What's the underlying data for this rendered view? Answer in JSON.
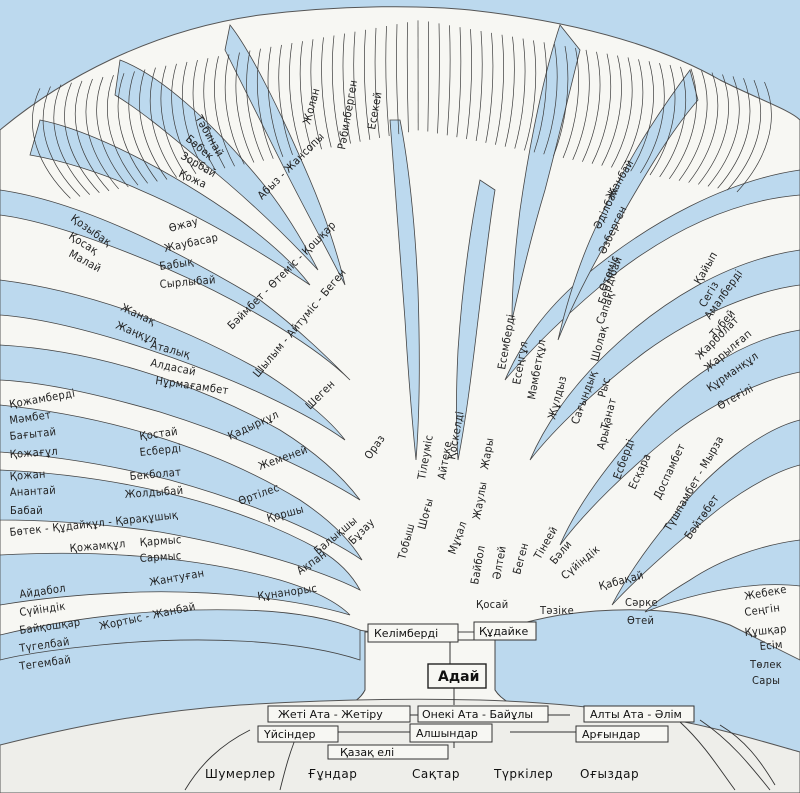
{
  "root": {
    "title": "Адай"
  },
  "roots_boxes": {
    "left_top": "Келімберді",
    "right_top": "Құдайке",
    "line1_left": "Жеті Ата - Жетіру",
    "line1_mid": "Онекі Ата - Байұлы",
    "line1_right": "Алты Ата - Әлім",
    "line2_left": "Үйсіндер",
    "line2_mid": "Алшындар",
    "line2_right": "Арғындар",
    "base": "Қазақ елі"
  },
  "ground": [
    "Шумерлер",
    "Ғұндар",
    "Сақтар",
    "Түркілер",
    "Оғыздар"
  ],
  "side_labels": {
    "kosai": "Қосай",
    "tazike": "Тәзіке",
    "sarke": "Сәрке",
    "etei": "Өтей",
    "kabakai": "Қабақай",
    "kunanorys": "Құнанорыс"
  },
  "left_branches": [
    "Тәбинай",
    "Бөбек",
    "Зорбай",
    "Қожа",
    "Қозыбақ",
    "Қосақ",
    "Малай",
    "Өжау",
    "Жаубасар",
    "Бабық",
    "Сырлыбай",
    "Жанақ",
    "Жаңқұл",
    "Аталық",
    "Алдасай",
    "Нұрмағамбет",
    "Қожамберді",
    "Мәмбет",
    "Бағытай",
    "Қожағұл",
    "Қостай",
    "Есберді",
    "Қожан",
    "Анантай",
    "Бекболат",
    "Жолдыбай",
    "Бабай",
    "Бөтек - Құдайқұл - Қарақұшық",
    "Қожамқұл",
    "Қармыс",
    "Сармыс",
    "Айдабол",
    "Сүйіндік",
    "Байқошқар",
    "Түгелбай",
    "Тегембай",
    "Жантуған",
    "Жортыс - Жанбай"
  ],
  "center_branches": [
    "Абыз - Жансопы",
    "Жолан",
    "Рәбилберген",
    "Есекей",
    "Бәймбет - Өтеміс - Қошқар",
    "Шылым - Айтуміс - Беген",
    "Қадырқұл",
    "Шеген",
    "Жеменей",
    "Өртілес",
    "Қоршы",
    "Балықшы",
    "Бұзау",
    "Ақпан",
    "Тобыш",
    "Ораз",
    "Шоғы",
    "Мұқал",
    "Жаулы",
    "Жары",
    "Қоскелді",
    "Тілеуміс",
    "Айтеке",
    "Есемберді",
    "Есеңгұл",
    "Мәмбетқұл",
    "Жұлдыз",
    "Сағындық",
    "Байбол",
    "Әлтей",
    "Беген",
    "Тінеей",
    "Бәли",
    "Сүйіндік"
  ],
  "right_branches": [
    "Жанбай",
    "Әділбай",
    "Әзберген",
    "Өтеміс",
    "Бердібай",
    "Сапақ",
    "Шолақ",
    "Рыс",
    "Танат",
    "Арық",
    "Есберді",
    "Есқара",
    "Қайып",
    "Сегіз",
    "Амалберді",
    "Түбей",
    "Жарболат",
    "Жарылғап",
    "Құрманқұл",
    "Өтеғілі",
    "Доспамбет",
    "Түшпамбет - Мырза",
    "Бәйтөбет",
    "Жебеке",
    "Сеңгін",
    "Құшқар",
    "Есім",
    "Төлек",
    "Сары"
  ],
  "colors": {
    "sky": "#bcd9ee",
    "tree": "#f7f7f3",
    "ink": "#2a2a2a",
    "hill": "#eeeeea"
  }
}
